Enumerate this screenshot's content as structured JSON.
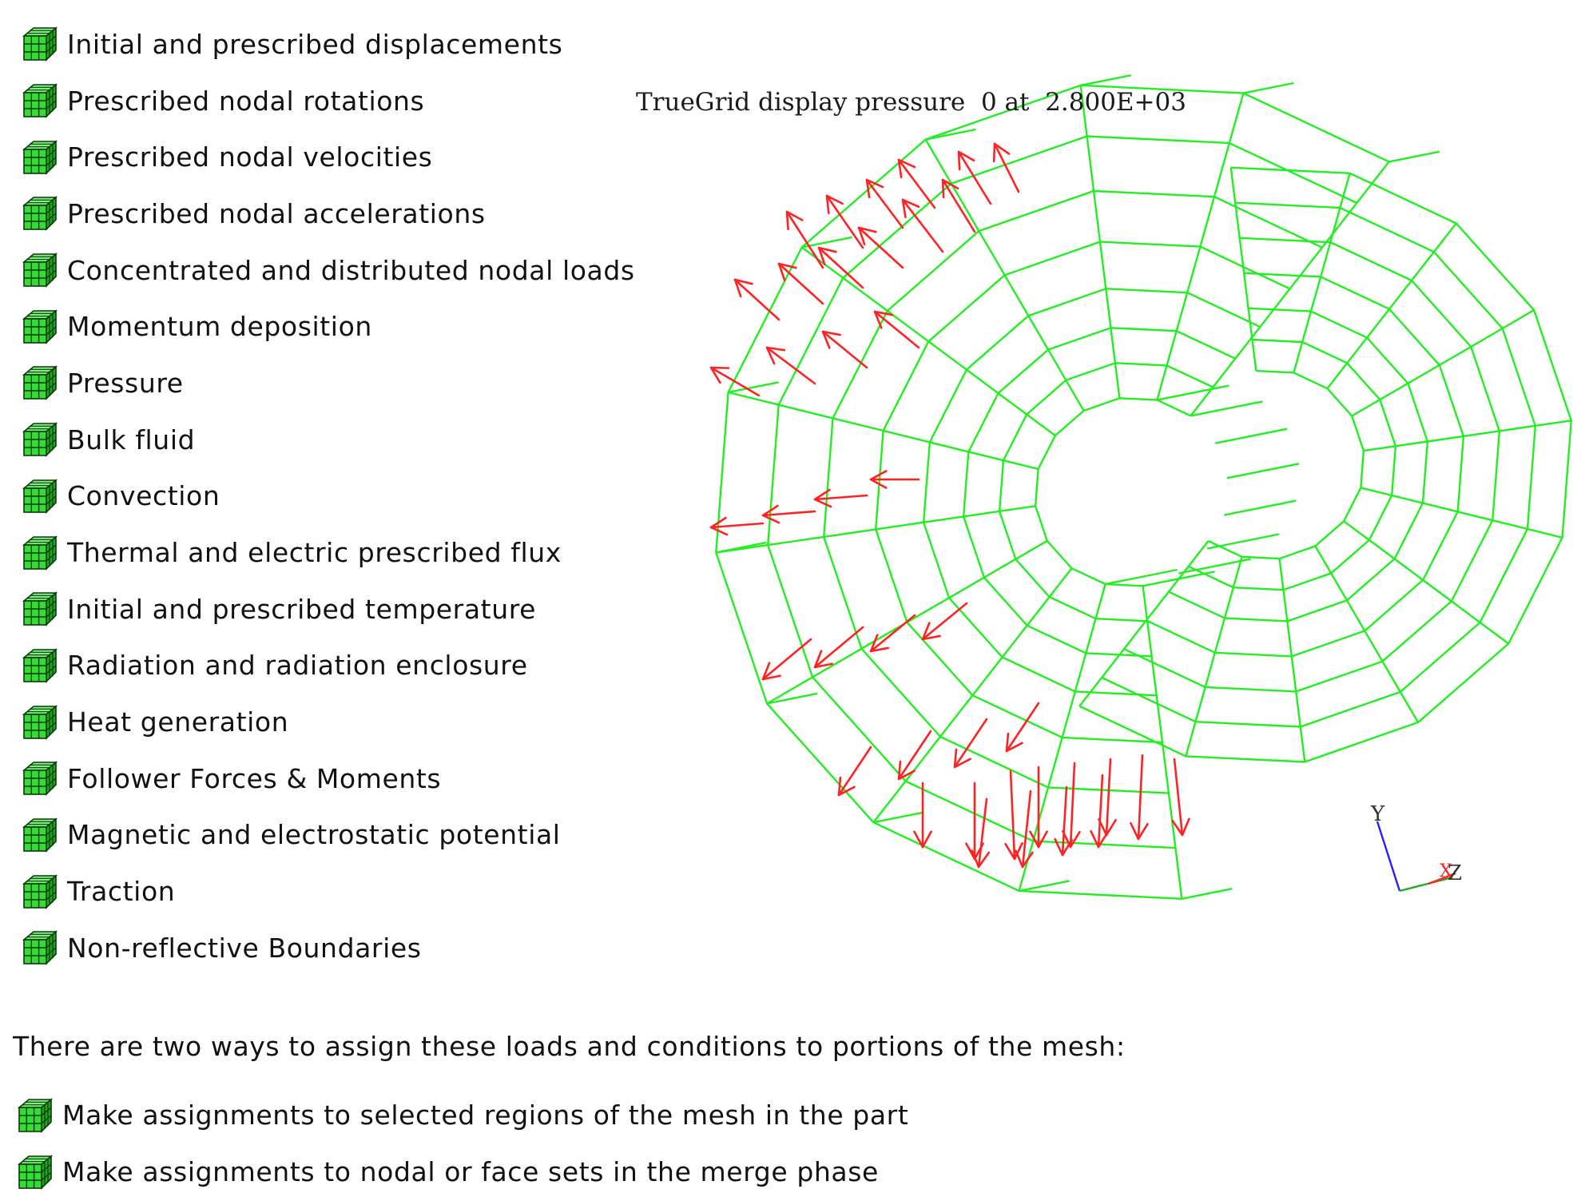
{
  "load_types": [
    "Initial and prescribed displacements",
    "Prescribed nodal rotations",
    "Prescribed nodal velocities",
    "Prescribed nodal accelerations",
    "Concentrated and distributed nodal loads",
    "Momentum deposition",
    "Pressure",
    "Bulk fluid",
    "Convection",
    "Thermal and electric prescribed flux",
    "Initial and prescribed temperature",
    "Radiation and radiation enclosure",
    "Heat generation",
    "Follower Forces & Moments",
    "Magnetic and electrostatic potential",
    "Traction",
    "Non-reflective Boundaries"
  ],
  "intro_text": "There are two ways to assign these loads and conditions to portions of the mesh:",
  "assignment_methods": [
    "Make assignments to selected regions of the mesh in the part",
    "Make assignments to nodal or face sets in the merge phase"
  ],
  "figure": {
    "title": "TrueGrid display pressure  0 at  2.800E+03",
    "axis_y_label": "Y",
    "axis_z_label": "Z",
    "axis_x_label": "X"
  },
  "colors": {
    "mesh": "#22ee22",
    "arrows": "#ff2222",
    "cube_icon": "#33dd33",
    "axis_y": "#2222ff",
    "axis_z": "#22aa22",
    "axis_x": "#ff2222"
  },
  "icons": {
    "bullet": "green-cube-icon"
  }
}
